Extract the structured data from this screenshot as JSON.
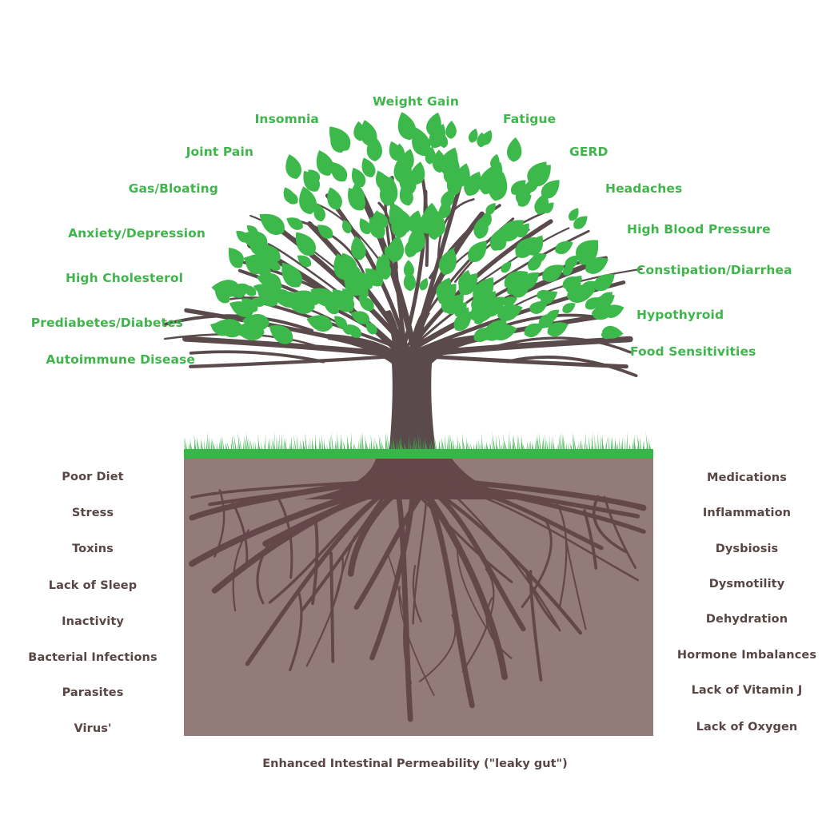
{
  "colors": {
    "symptom_text": "#3fb54b",
    "cause_text": "#574644",
    "leaf": "#3db84a",
    "trunk": "#5a4a4c",
    "roots": "#644849",
    "soil": "#937b7a",
    "grass": "#39b54a"
  },
  "symptoms_top": [
    "Weight Gain"
  ],
  "symptoms_left": [
    "Insomnia",
    "Joint Pain",
    "Gas/Bloating",
    "Anxiety/Depression",
    "High Cholesterol",
    "Prediabetes/Diabetes",
    "Autoimmune Disease"
  ],
  "symptoms_right": [
    "Fatigue",
    "GERD",
    "Headaches",
    "High Blood Pressure",
    "Constipation/Diarrhea",
    "Hypothyroid",
    "Food Sensitivities"
  ],
  "causes_left": [
    "Poor Diet",
    "Stress",
    "Toxins",
    "Lack of Sleep",
    "Inactivity",
    "Bacterial Infections",
    "Parasites",
    "Virus'"
  ],
  "causes_right": [
    "Medications",
    "Inflammation",
    "Dysbiosis",
    "Dysmotility",
    "Dehydration",
    "Hormone Imbalances",
    "Lack of Vitamin J",
    "Lack of Oxygen"
  ],
  "root_label": "Enhanced Intestinal Permeability (\"leaky gut\")"
}
